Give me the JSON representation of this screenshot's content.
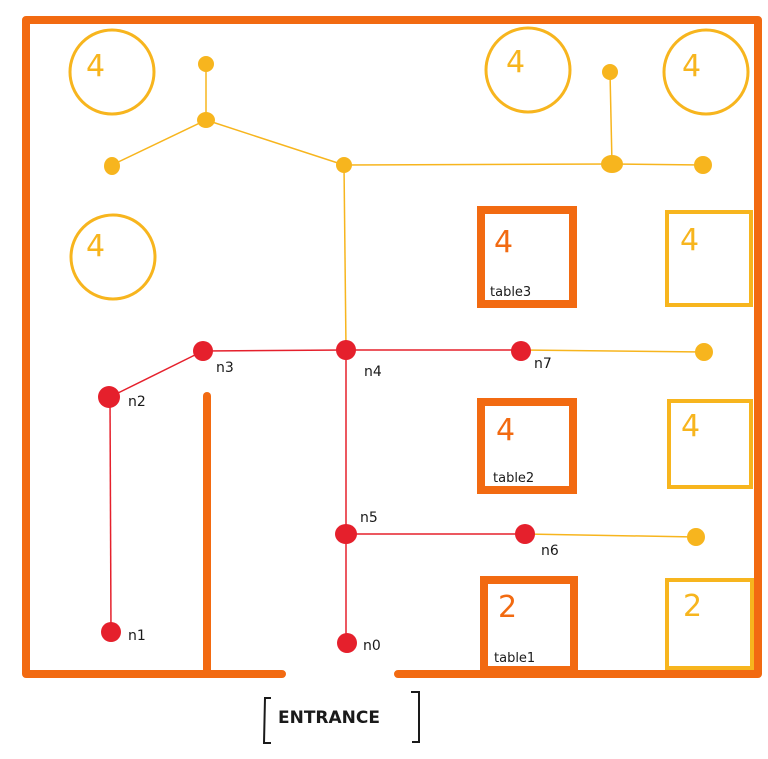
{
  "colors": {
    "wall": "#f26a11",
    "yellow": "#f7b51e",
    "red": "#e5202c",
    "ink": "#1a1a1a",
    "background": "#ffffff"
  },
  "tables": {
    "round_tl": "4",
    "round_top_mid": "4",
    "round_top_right": "4",
    "round_left_mid": "4",
    "table3_seats": "4",
    "table3_name": "table3",
    "right_upper_seats": "4",
    "table2_seats": "4",
    "table2_name": "table2",
    "right_middle_seats": "4",
    "table1_seats": "2",
    "table1_name": "table1",
    "right_lower_seats": "2"
  },
  "nodes": {
    "n1": "n1",
    "n2": "n2",
    "n3": "n3",
    "n4": "n4",
    "n5": "n5",
    "n6": "n6",
    "n7": "n7",
    "n0": "n0"
  },
  "entrance": "ENTRANCE"
}
